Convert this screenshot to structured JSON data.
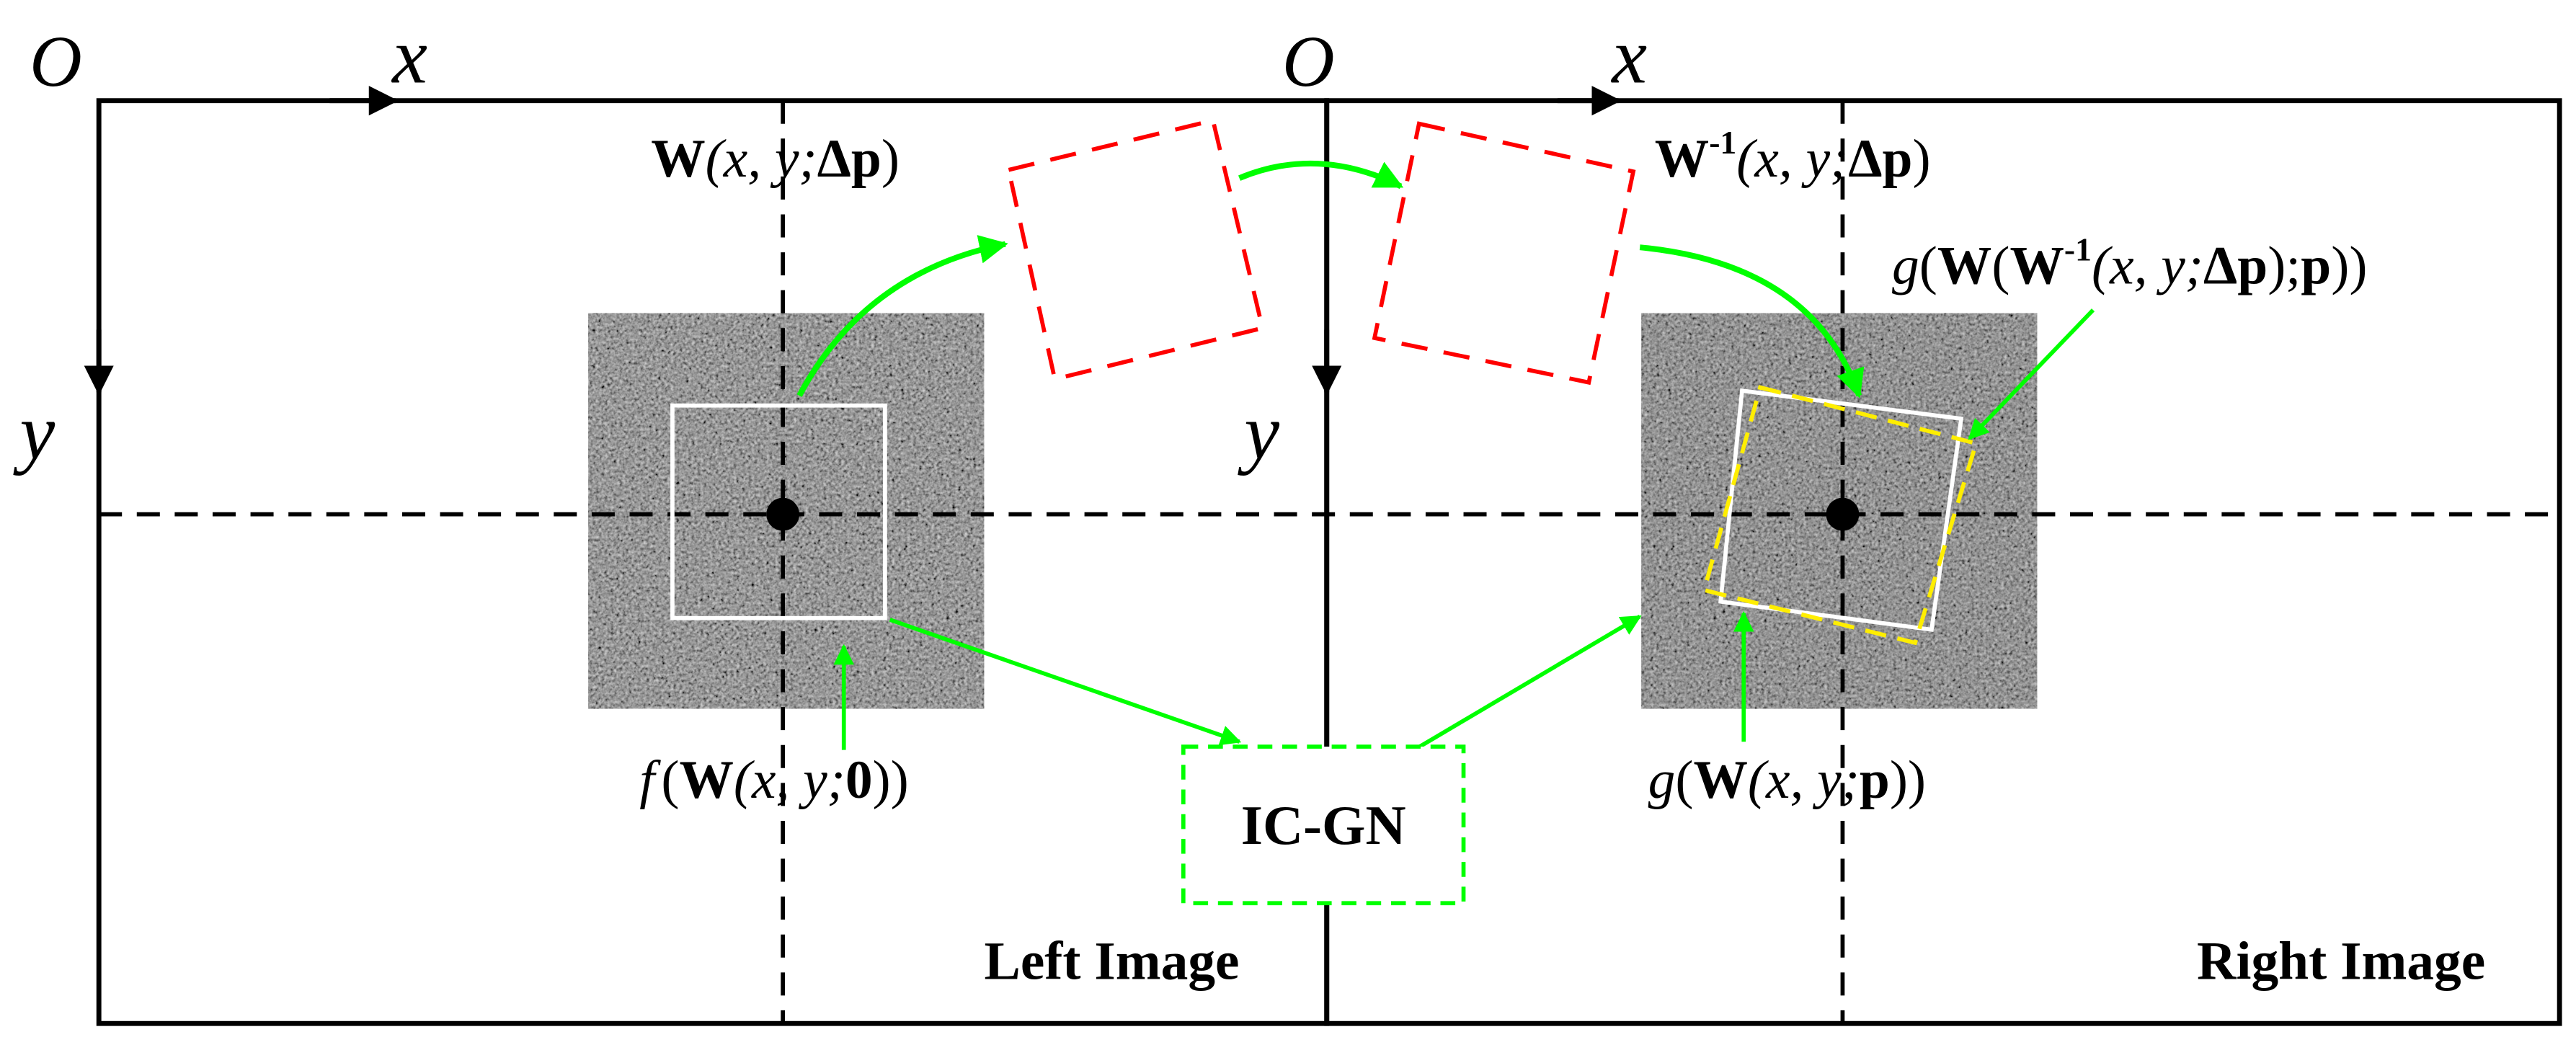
{
  "axes": {
    "left": {
      "origin": "O",
      "x": "x",
      "y": "y"
    },
    "right": {
      "origin": "O",
      "x": "x",
      "y": "y"
    }
  },
  "panels": {
    "left": {
      "title": "Left Image"
    },
    "right": {
      "title": "Right Image"
    }
  },
  "labels": {
    "warp": {
      "W": "W",
      "args": "(x, y;",
      "dp": "Δp",
      "close": ")"
    },
    "inv_warp": {
      "W": "W",
      "sup": "-1",
      "args": "(x, y;",
      "dp": "Δp",
      "close": ")"
    },
    "reference": {
      "f": "f",
      "open": "(",
      "W": "W",
      "args": "(x, y;",
      "zero": "0",
      "close": "))"
    },
    "target": {
      "g": "g",
      "open": "(",
      "W": "W",
      "args": "(x, y;",
      "p": "p",
      "close": "))"
    },
    "updated": {
      "g": "g",
      "open": "(",
      "W": "W",
      "open2": "(",
      "Winv": "W",
      "sup": "-1",
      "args": "(x, y;",
      "dp": "Δp",
      "mid": ");",
      "p": "p",
      "close": "))"
    },
    "method": "IC-GN"
  },
  "colors": {
    "axis": "#000000",
    "arrow_green": "#00ff00",
    "subset_red": "#ff0000",
    "subset_white": "#ffffff",
    "subset_yellow": "#ffee00",
    "speckle_bg": "#5a5a5a"
  }
}
